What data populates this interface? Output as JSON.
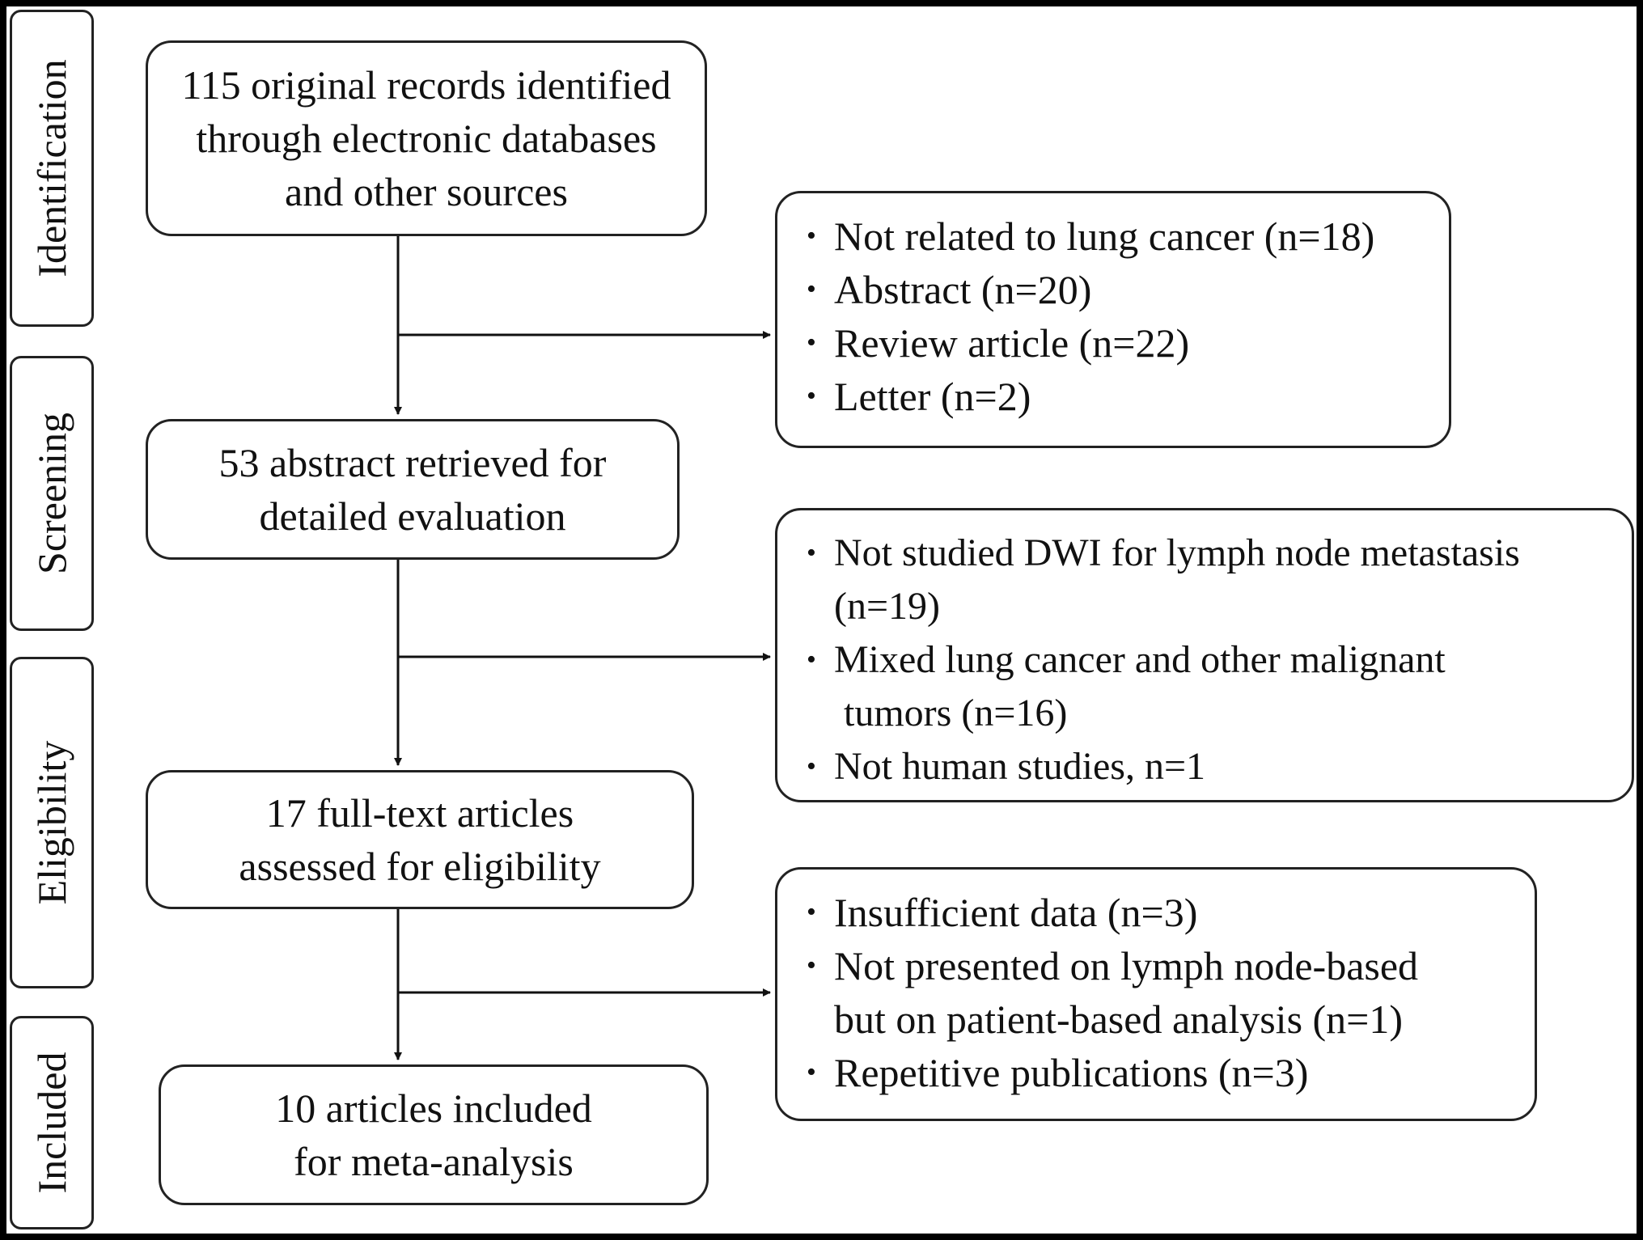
{
  "stages": [
    {
      "id": "identification",
      "label": "Identification"
    },
    {
      "id": "screening",
      "label": "Screening"
    },
    {
      "id": "eligibility",
      "label": "Eligibility"
    },
    {
      "id": "included",
      "label": "Included"
    }
  ],
  "main_boxes": {
    "records": [
      "115 original records identified",
      "through electronic databases",
      "and other sources"
    ],
    "abstracts": [
      "53 abstract retrieved for",
      "detailed evaluation"
    ],
    "fulltext": [
      "17 full-text articles",
      "assessed for eligibility"
    ],
    "included": [
      "10 articles included",
      "for meta-analysis"
    ]
  },
  "exclusions": {
    "first": [
      [
        "Not related to lung cancer (n=18)"
      ],
      [
        "Abstract (n=20)"
      ],
      [
        "Review article (n=22)"
      ],
      [
        "Letter (n=2)"
      ]
    ],
    "second": [
      [
        "Not studied DWI for lymph node metastasis",
        "(n=19)"
      ],
      [
        "Mixed lung cancer and other malignant",
        "tumors (n=16)"
      ],
      [
        "Not human studies, n=1"
      ]
    ],
    "third": [
      [
        "Insufficient data (n=3)"
      ],
      [
        "Not presented on lymph node-based",
        "but on patient-based analysis (n=1)"
      ],
      [
        "Repetitive publications (n=3)"
      ]
    ]
  }
}
